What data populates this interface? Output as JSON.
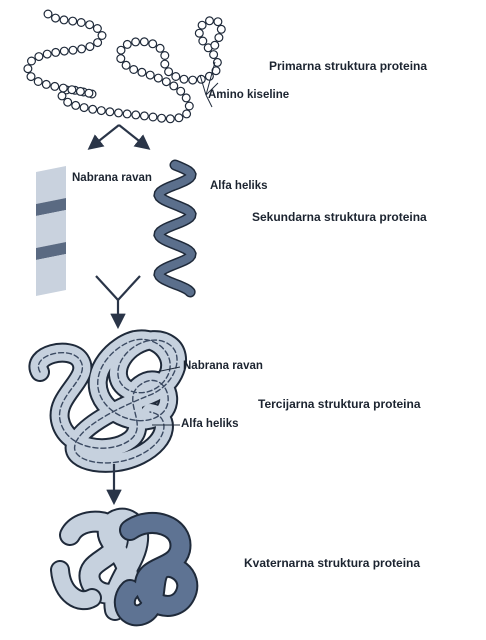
{
  "diagram": {
    "colors": {
      "outline": "#1f2a3a",
      "bead": "#ffffff",
      "sheet_light": "#c9d2de",
      "sheet_dark": "#5a6a82",
      "helix": "#5b6f8c",
      "ribbon_light": "#c6d1de",
      "ribbon_dark": "#5e7393",
      "arrow": "#2a3548"
    },
    "stages": {
      "primary": "Primarna struktura proteina",
      "secondary": "Sekundarna struktura proteina",
      "tertiary": "Tercijarna struktura proteina",
      "quaternary": "Kvaternarna struktura proteina"
    },
    "labels": {
      "amino": "Amino kiseline",
      "sheet_secondary": "Nabrana ravan",
      "helix_secondary": "Alfa heliks",
      "sheet_tertiary": "Nabrana ravan",
      "helix_tertiary": "Alfa heliks"
    }
  }
}
